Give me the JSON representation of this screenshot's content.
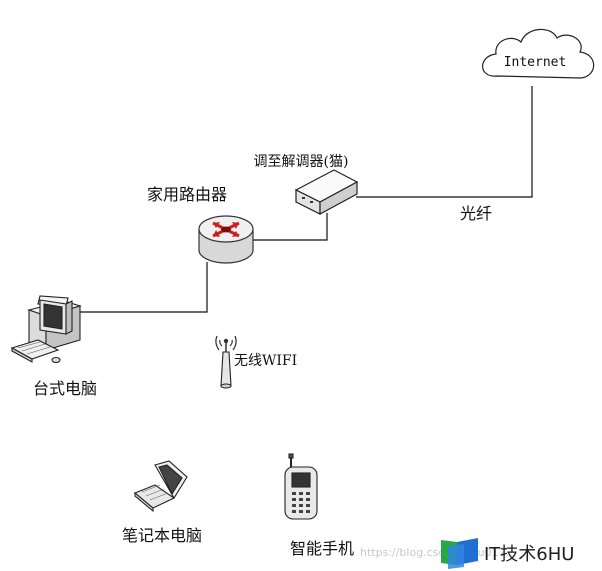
{
  "nodes": {
    "internet": "Internet",
    "modem": "调至解调器(猫)",
    "router": "家用路由器",
    "desktop": "台式电脑",
    "wifi": "无线WIFI",
    "laptop": "笔记本电脑",
    "phone": "智能手机"
  },
  "links": {
    "fiber": "光纤"
  },
  "watermark": {
    "url": "https://blog.csdn.net/u012...",
    "brand": "IT技术6HU"
  },
  "colors": {
    "line": "#111111",
    "router_arrow": "#cc1f1f",
    "brand_blue": "#1f6fd1",
    "brand_green": "#27a844"
  }
}
